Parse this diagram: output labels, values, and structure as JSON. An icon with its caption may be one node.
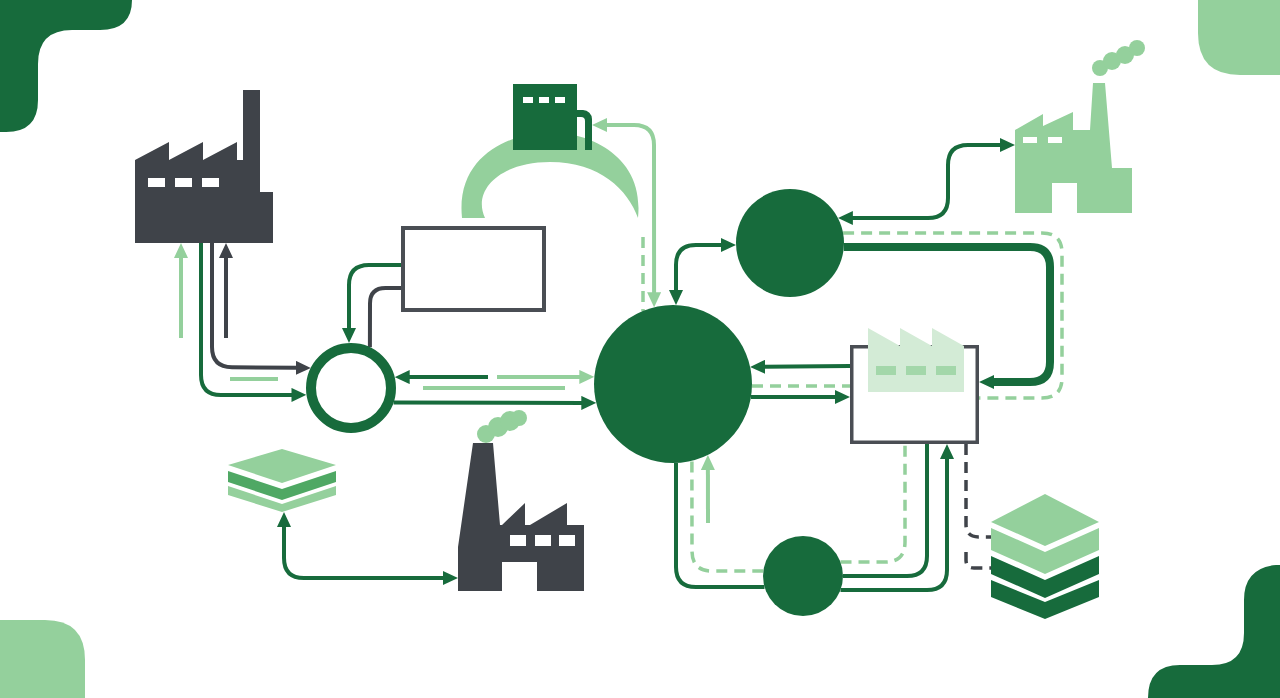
{
  "diagram": {
    "nodes": [
      {
        "text": [],
        "shape": "picture"
      },
      {
        "text": [],
        "shape": "picture"
      },
      {
        "text": [],
        "shape": "arch"
      },
      {
        "text": [],
        "shape": "picture"
      },
      {
        "text": [],
        "shape": "box"
      },
      {
        "text": [],
        "shape": "circle"
      },
      {
        "text": [],
        "shape": "circle"
      },
      {
        "text": [],
        "shape": "circle"
      },
      {
        "text": [],
        "shape": "picture"
      },
      {
        "text": [],
        "shape": "picture"
      },
      {
        "text": [],
        "shape": "picture"
      },
      {
        "text": [],
        "shape": "circle"
      },
      {
        "text": [],
        "shape": "picture"
      }
    ],
    "edges": [
      {
        "from": null,
        "to": 0,
        "arrow": "to",
        "color": "#94d09c"
      },
      {
        "from": null,
        "to": 0,
        "arrow": "to",
        "color": "#3f4349"
      },
      {
        "from": 0,
        "to": 5,
        "arrow": "to"
      },
      {
        "from": 0,
        "to": 5,
        "arrow": "to",
        "color": "#3f4349"
      },
      {
        "from": 4,
        "to": 5,
        "arrow": "to"
      },
      {
        "from": 4,
        "to": 5,
        "arrow": "none",
        "color": "#3f4349"
      },
      {
        "from": null,
        "to": 5,
        "arrow": "to"
      },
      {
        "from": null,
        "to": 6,
        "arrow": "to",
        "color": "#94d09c"
      },
      {
        "from": 5,
        "to": 6,
        "arrow": "to"
      },
      {
        "from": 1,
        "to": 6,
        "arrow": "both",
        "color": "#94d09c"
      },
      {
        "from": null,
        "to": 6,
        "arrow": "none",
        "style": "dashed",
        "color": "#94d09c"
      },
      {
        "from": 6,
        "to": 7,
        "arrow": "both"
      },
      {
        "from": 7,
        "to": 3,
        "arrow": "both"
      },
      {
        "from": 7,
        "to": 8,
        "arrow": "to",
        "style": "thick"
      },
      {
        "from": 7,
        "to": 8,
        "arrow": "none",
        "style": "dashed",
        "color": "#94d09c"
      },
      {
        "from": 8,
        "to": 6,
        "arrow": "to"
      },
      {
        "from": 6,
        "to": 8,
        "arrow": "none",
        "style": "dashed",
        "color": "#94d09c"
      },
      {
        "from": 6,
        "to": 8,
        "arrow": "to"
      },
      {
        "from": 6,
        "to": 11,
        "arrow": "none"
      },
      {
        "from": 11,
        "to": 6,
        "arrow": "none",
        "style": "dashed",
        "color": "#94d09c"
      },
      {
        "from": null,
        "to": 6,
        "arrow": "to",
        "color": "#94d09c"
      },
      {
        "from": 11,
        "to": 8,
        "arrow": "none",
        "style": "dashed",
        "color": "#94d09c"
      },
      {
        "from": 11,
        "to": 8,
        "arrow": "none"
      },
      {
        "from": 11,
        "to": 8,
        "arrow": "to"
      },
      {
        "from": 8,
        "to": 12,
        "arrow": "none",
        "style": "dashed",
        "color": "#3f4349"
      },
      {
        "from": null,
        "to": 12,
        "arrow": "none",
        "style": "dashed",
        "color": "#3f4349"
      },
      {
        "from": 9,
        "to": 10,
        "arrow": "both"
      }
    ]
  }
}
